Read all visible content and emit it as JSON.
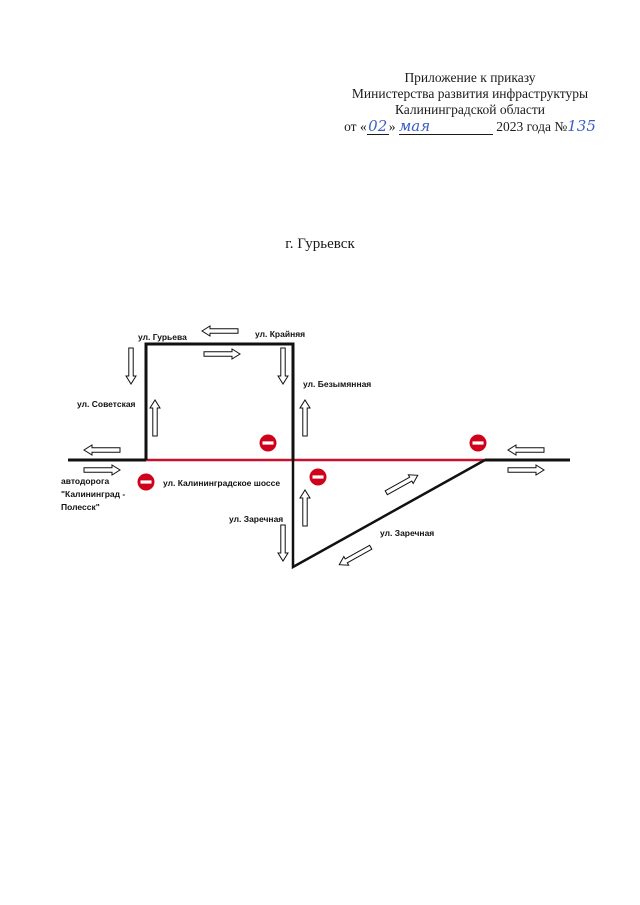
{
  "header": {
    "line1": "Приложение к приказу",
    "line2": "Министерства развития инфраструктуры",
    "line3": "Калининградской области",
    "date_prefix": "от «",
    "day": "02",
    "date_mid": "» ",
    "month": "мая",
    "year_text": " 2023 года №",
    "number": "135"
  },
  "city": "г. Гурьевск",
  "streets": {
    "guryeva": "ул. Гурьева",
    "krainyaya": "ул. Крайняя",
    "bezymyannaya": "ул. Безымянная",
    "sovetskaya": "ул. Советская",
    "highway_1": "автодорога",
    "highway_2": "\"Калининград -",
    "highway_3": "Полесск\"",
    "kaliningradskoe": "ул. Калининградское шоссе",
    "zarechnaya_left": "ул. Заречная",
    "zarechnaya_right": "ул. Заречная"
  },
  "colors": {
    "road": "#111111",
    "closed_road": "#c8102e",
    "no_entry": "#d0021b"
  },
  "icons": [
    "no-entry-sign-icon",
    "arrow-icon"
  ]
}
